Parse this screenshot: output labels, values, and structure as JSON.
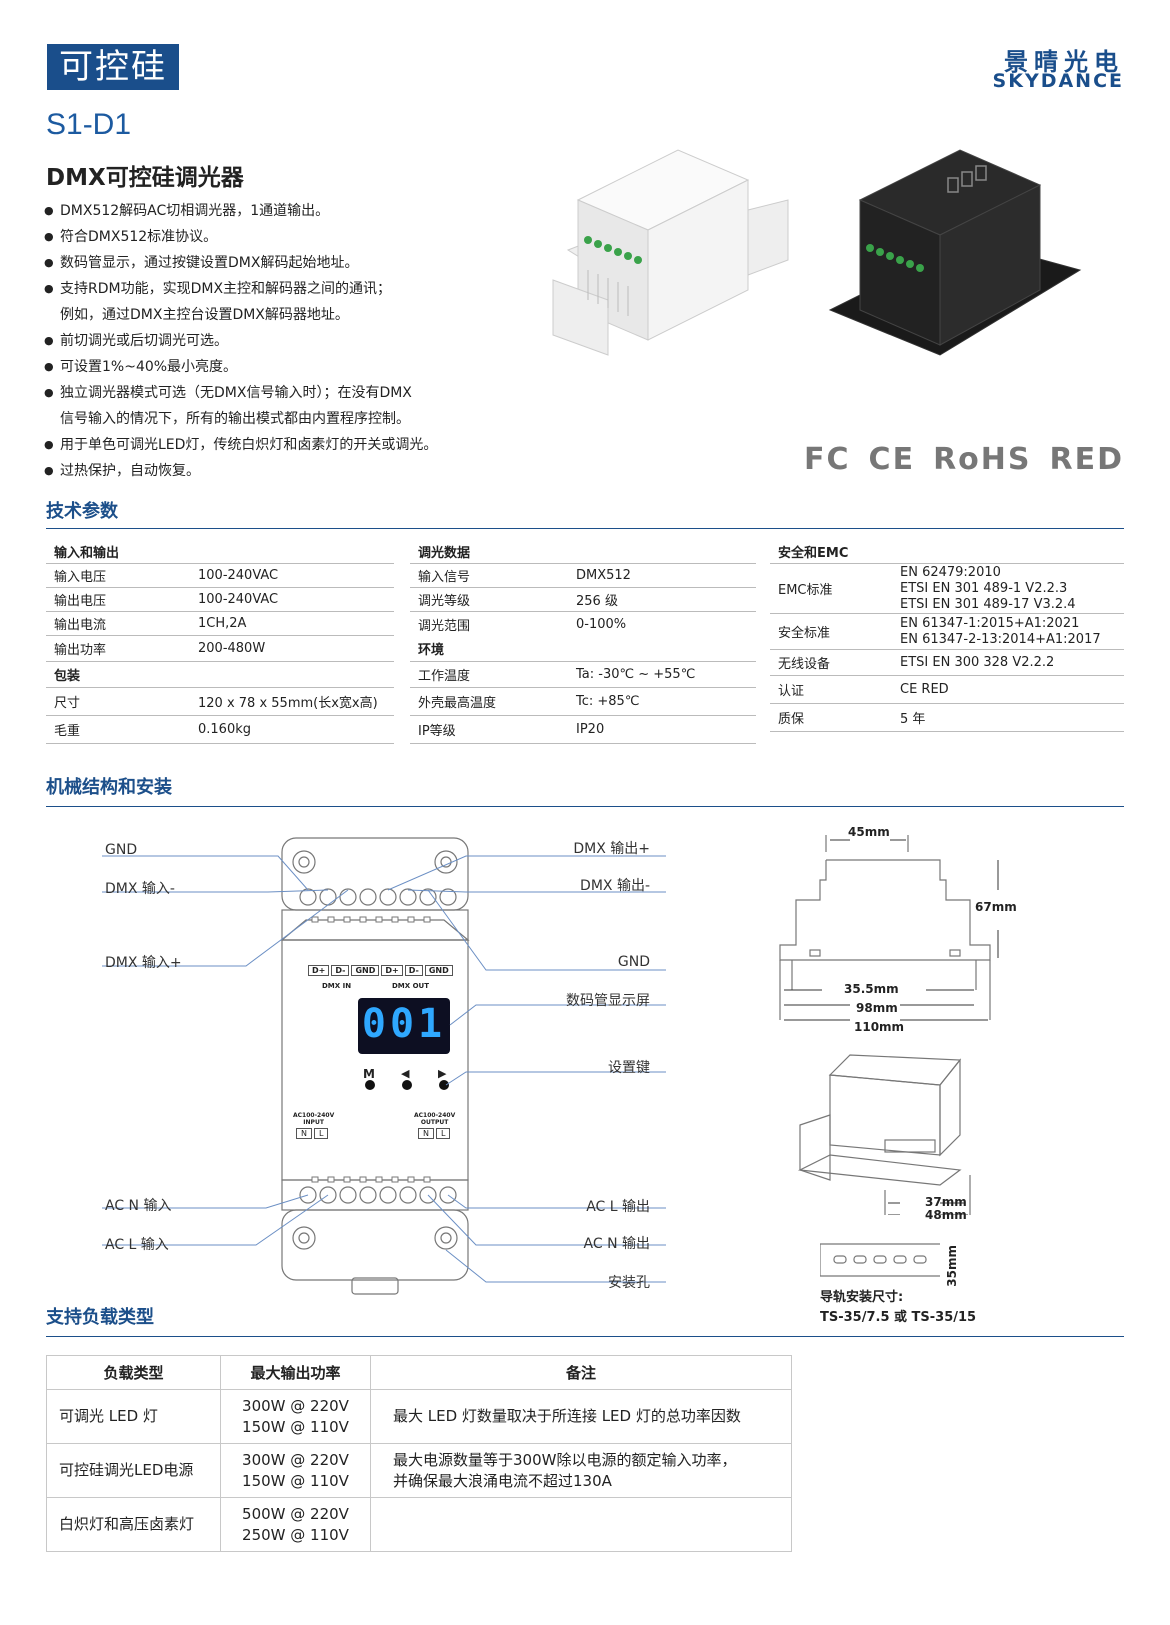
{
  "header": {
    "category": "可控硅",
    "brand_cn": "景晴光电",
    "brand_en": "SKYDANCE",
    "model": "S1-D1",
    "title": "DMX可控硅调光器"
  },
  "features": [
    "DMX512解码AC切相调光器，1通道输出。",
    "符合DMX512标准协议。",
    "数码管显示，通过按键设置DMX解码起始地址。",
    "支持RDM功能，实现DMX主控和解码器之间的通讯；",
    "例如，通过DMX主控台设置DMX解码器地址。",
    "前切调光或后切调光可选。",
    "可设置1%~40%最小亮度。",
    "独立调光器模式可选（无DMX信号输入时）；在没有DMX",
    "信号输入的情况下，所有的输出模式都由内置程序控制。",
    "用于单色可调光LED灯，传统白炽灯和卤素灯的开关或调光。",
    "过热保护，自动恢复。"
  ],
  "certs": [
    "FC",
    "CE",
    "RoHS",
    "RED"
  ],
  "sections": {
    "specs": "技术参数",
    "mechanical": "机械结构和安装",
    "loads": "支持负载类型"
  },
  "specs": {
    "col1": {
      "groups": [
        {
          "head": "输入和输出",
          "rows": [
            [
              "输入电压",
              "100-240VAC"
            ],
            [
              "输出电压",
              "100-240VAC"
            ],
            [
              "输出电流",
              "1CH,2A"
            ],
            [
              "输出功率",
              "200-480W"
            ]
          ]
        },
        {
          "head": "包装",
          "rows": [
            [
              "尺寸",
              "120 x 78 x 55mm(长x宽x高)"
            ],
            [
              "毛重",
              "0.160kg"
            ]
          ]
        }
      ]
    },
    "col2": {
      "groups": [
        {
          "head": "调光数据",
          "rows": [
            [
              "输入信号",
              "DMX512"
            ],
            [
              "调光等级",
              "256 级"
            ],
            [
              "调光范围",
              "0-100%"
            ]
          ]
        },
        {
          "head": "环境",
          "rows": [
            [
              "工作温度",
              "Ta: -30℃ ~ +55℃"
            ],
            [
              "外壳最高温度",
              "Tc: +85℃"
            ],
            [
              "IP等级",
              "IP20"
            ]
          ]
        }
      ]
    },
    "col3": {
      "head": "安全和EMC",
      "rows": [
        [
          "EMC标准",
          "EN 62479:2010\nETSI EN 301 489-1 V2.2.3\nETSI EN 301 489-17 V3.2.4"
        ],
        [
          "安全标准",
          "EN 61347-1:2015+A1:2021\nEN 61347-2-13:2014+A1:2017"
        ],
        [
          "无线设备",
          "ETSI EN 300 328 V2.2.2"
        ],
        [
          "认证",
          "CE RED"
        ],
        [
          "质保",
          "5 年"
        ]
      ]
    }
  },
  "diagram": {
    "left_labels": [
      "GND",
      "DMX 输入-",
      "DMX 输入+",
      "AC N 输入",
      "AC L 输入"
    ],
    "right_labels": [
      "DMX 输出+",
      "DMX 输出-",
      "GND",
      "数码管显示屏",
      "设置键",
      "AC L 输出",
      "AC N 输出",
      "安装孔"
    ],
    "terminal_top": [
      "D+",
      "D-",
      "GND",
      "D+",
      "D-",
      "GND"
    ],
    "dmx_in": "DMX IN",
    "dmx_out": "DMX OUT",
    "display": "001",
    "buttons": [
      "M",
      "◀",
      "▶"
    ],
    "input_label": "AC100-240V\nINPUT",
    "output_label": "AC100-240V\nOUTPUT",
    "nl": [
      "N",
      "L"
    ],
    "dims": {
      "w45": "45mm",
      "h67": "67mm",
      "d35_5": "35.5mm",
      "d98": "98mm",
      "d110": "110mm",
      "d37": "37mm",
      "d48": "48mm",
      "d35": "35mm"
    },
    "rail_title": "导轨安装尺寸:",
    "rail_value": "TS-35/7.5 或 TS-35/15"
  },
  "load_table": {
    "headers": [
      "负载类型",
      "最大输出功率",
      "备注"
    ],
    "rows": [
      [
        "可调光 LED 灯",
        "300W @ 220V\n150W @ 110V",
        "最大 LED 灯数量取决于所连接 LED 灯的总功率因数"
      ],
      [
        "可控硅调光LED电源",
        "300W @ 220V\n150W @ 110V",
        "最大电源数量等于300W除以电源的额定输入功率，\n并确保最大浪涌电流不超过130A"
      ],
      [
        "白炽灯和高压卤素灯",
        "500W @ 220V\n250W @ 110V",
        ""
      ]
    ]
  },
  "colors": {
    "brand": "#1a4e8b",
    "display_bg": "#0d0f22",
    "display_digits": "#2fa8ff"
  }
}
